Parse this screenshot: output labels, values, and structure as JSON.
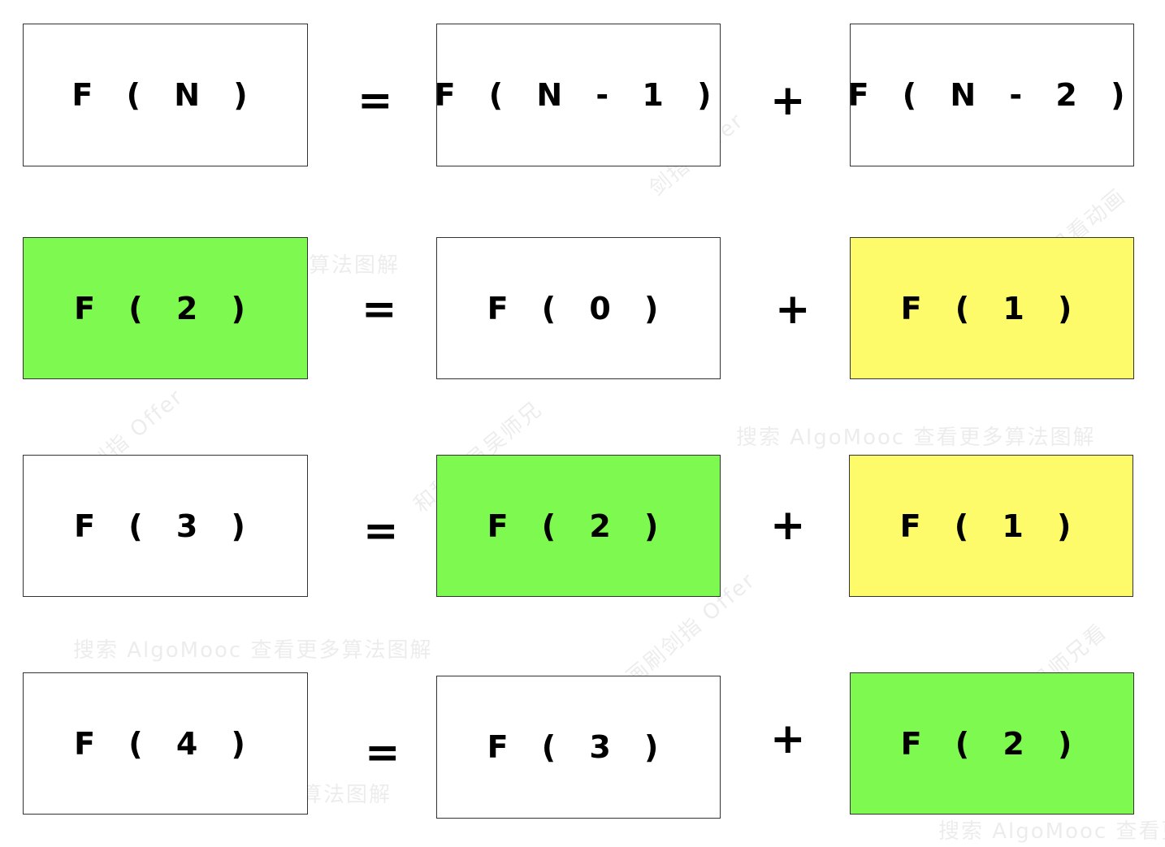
{
  "rows": [
    {
      "left": "F ( N )",
      "eq": "=",
      "middle": "F ( N - 1 )",
      "plus": "+",
      "right": "F ( N - 2 )"
    },
    {
      "left": "F ( 2 )",
      "eq": "=",
      "middle": "F ( 0 )",
      "plus": "+",
      "right": "F ( 1 )"
    },
    {
      "left": "F ( 3 )",
      "eq": "=",
      "middle": "F ( 2 )",
      "plus": "+",
      "right": "F ( 1 )"
    },
    {
      "left": "F ( 4 )",
      "eq": "=",
      "middle": "F ( 3 )",
      "plus": "+",
      "right": "F ( 2 )"
    }
  ],
  "colors": {
    "green": "#7ef94f",
    "yellow": "#fefb6a",
    "white": "#ffffff",
    "border": "#333333"
  },
  "watermarks": {
    "w1": "搜索 AlgoMooc 查看更多算法图解",
    "w2": "搜索 AlgoMooc 查看更多算法图解",
    "w3": "搜索 AlgoMooc 查看更多算",
    "w4": "算法图解",
    "w5": "算法图解",
    "w6": "剑指 Offer",
    "w7": "和程序员吴师兄",
    "w8": "动画刷剑指 Offer",
    "w9": "吴师兄看动画",
    "w10": "剑指 Offer",
    "w11": "吴师兄看"
  }
}
